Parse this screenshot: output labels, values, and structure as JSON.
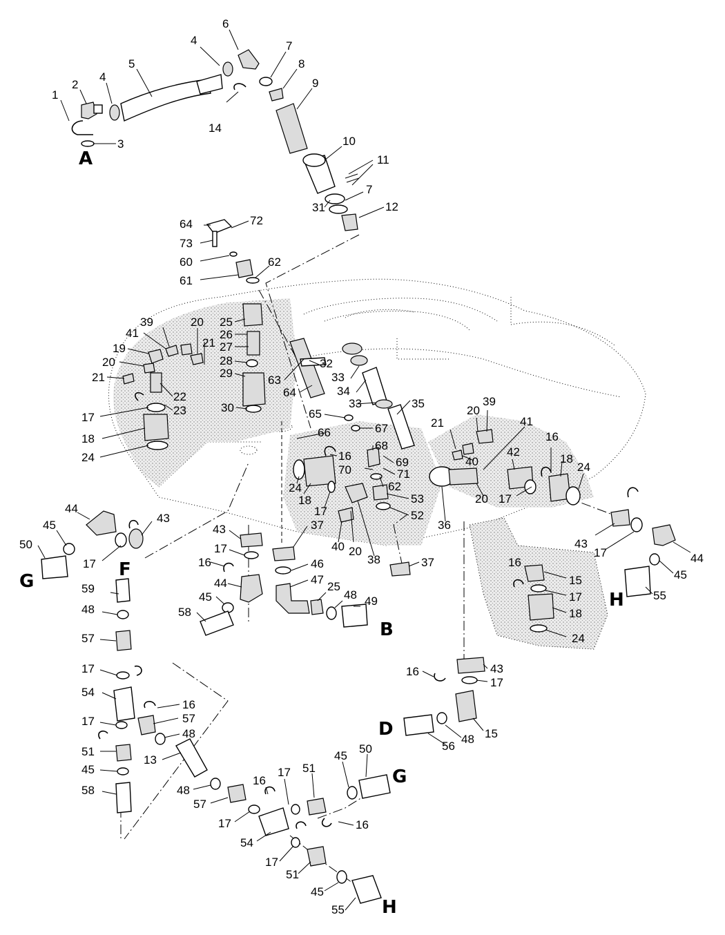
{
  "figure": {
    "callout_numbers": [
      "1",
      "2",
      "3",
      "4",
      "5",
      "6",
      "7",
      "8",
      "9",
      "10",
      "11",
      "12",
      "13",
      "14",
      "15",
      "16",
      "17",
      "18",
      "19",
      "20",
      "21",
      "22",
      "23",
      "24",
      "25",
      "26",
      "27",
      "28",
      "29",
      "30",
      "31",
      "32",
      "33",
      "34",
      "35",
      "36",
      "37",
      "38",
      "39",
      "40",
      "41",
      "42",
      "43",
      "44",
      "45",
      "46",
      "47",
      "48",
      "49",
      "50",
      "51",
      "52",
      "53",
      "54",
      "55",
      "56",
      "57",
      "58",
      "59",
      "60",
      "61",
      "62",
      "63",
      "64",
      "65",
      "66",
      "67",
      "68",
      "69",
      "70",
      "71",
      "72",
      "73"
    ],
    "connection_letters": [
      "A",
      "B",
      "D",
      "F",
      "G",
      "H"
    ]
  }
}
